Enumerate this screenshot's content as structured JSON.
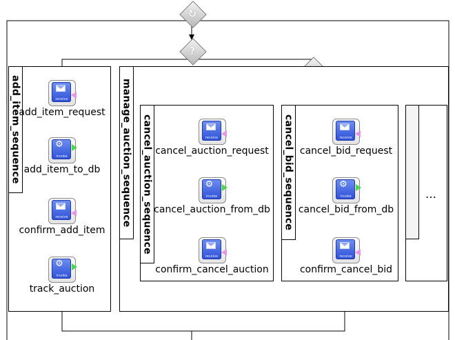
{
  "gateways": {
    "start_symbol": "↻",
    "decision_symbol": "?"
  },
  "sequences": {
    "add_item": "add_item_sequence",
    "manage_auction": "manage_auction_sequence",
    "cancel_auction": "cancel_auction_sequence",
    "cancel_bid": "cancel_bid_sequence"
  },
  "activities": {
    "add_item_request": {
      "label": "add_item_request",
      "kind": "receive"
    },
    "add_item_to_db": {
      "label": "add_item_to_db",
      "kind": "invoke"
    },
    "confirm_add_item": {
      "label": "confirm_add_item",
      "kind": "receive"
    },
    "track_auction": {
      "label": "track_auction",
      "kind": "invoke"
    },
    "cancel_auction_request": {
      "label": "cancel_auction_request",
      "kind": "receive"
    },
    "cancel_auction_from_db": {
      "label": "cancel_auction_from_db",
      "kind": "invoke"
    },
    "confirm_cancel_auction": {
      "label": "confirm_cancel_auction",
      "kind": "receive"
    },
    "cancel_bid_request": {
      "label": "cancel_bid_request",
      "kind": "receive"
    },
    "cancel_bid_from_db": {
      "label": "cancel_bid_from_db",
      "kind": "invoke"
    },
    "confirm_cancel_bid": {
      "label": "confirm_cancel_bid",
      "kind": "receive"
    }
  },
  "more_branches": "…",
  "colors": {
    "icon_blue": "#2c4fd8",
    "receive_arrow": "#e596e6",
    "invoke_arrow": "#4fd44f",
    "gateway_gray": "#b9b9b9"
  }
}
